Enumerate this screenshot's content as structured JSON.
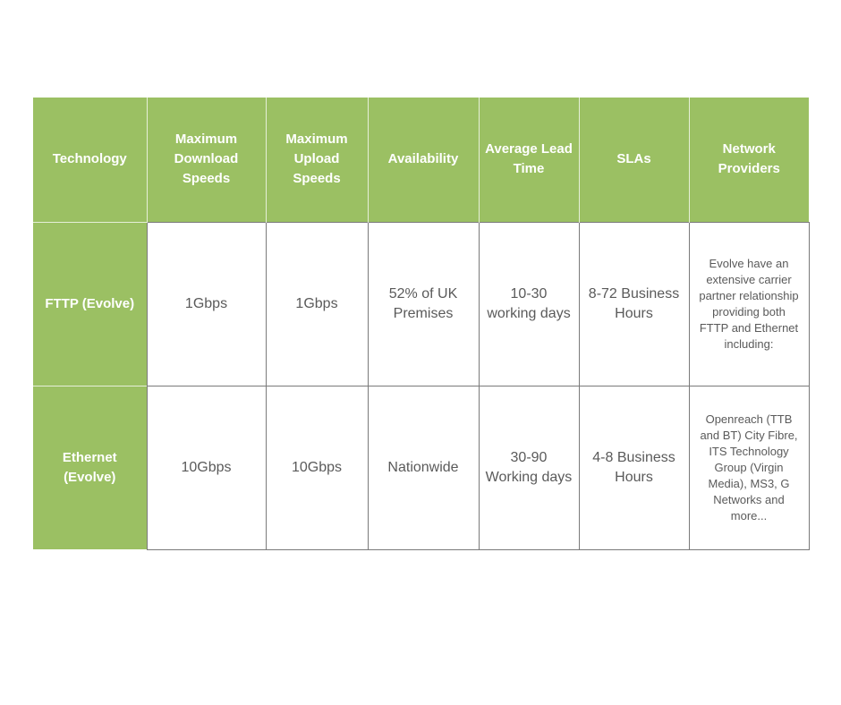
{
  "table": {
    "headers": [
      "Technology",
      "Maximum Download Speeds",
      "Maximum Upload Speeds",
      "Availability",
      "Average Lead Time",
      "SLAs",
      "Network Providers"
    ],
    "rows": [
      {
        "technology": "FTTP (Evolve)",
        "max_download": "1Gbps",
        "max_upload": "1Gbps",
        "availability": "52% of UK Premises",
        "lead_time": "10-30 working days",
        "slas": "8-72 Business Hours",
        "network_providers": "Evolve have an extensive carrier partner relationship providing both FTTP and Ethernet including:"
      },
      {
        "technology": "Ethernet (Evolve)",
        "max_download": "10Gbps",
        "max_upload": "10Gbps",
        "availability": "Nationwide",
        "lead_time": "30-90 Working days",
        "slas": "4-8 Business Hours",
        "network_providers": "Openreach (TTB and BT) City Fibre, ITS Technology Group (Virgin Media), MS3, G Networks and more..."
      }
    ]
  },
  "colors": {
    "header_bg": "#9bc063",
    "header_text": "#ffffff",
    "cell_text": "#5a5a5a",
    "cell_border": "#7a7a7a"
  }
}
